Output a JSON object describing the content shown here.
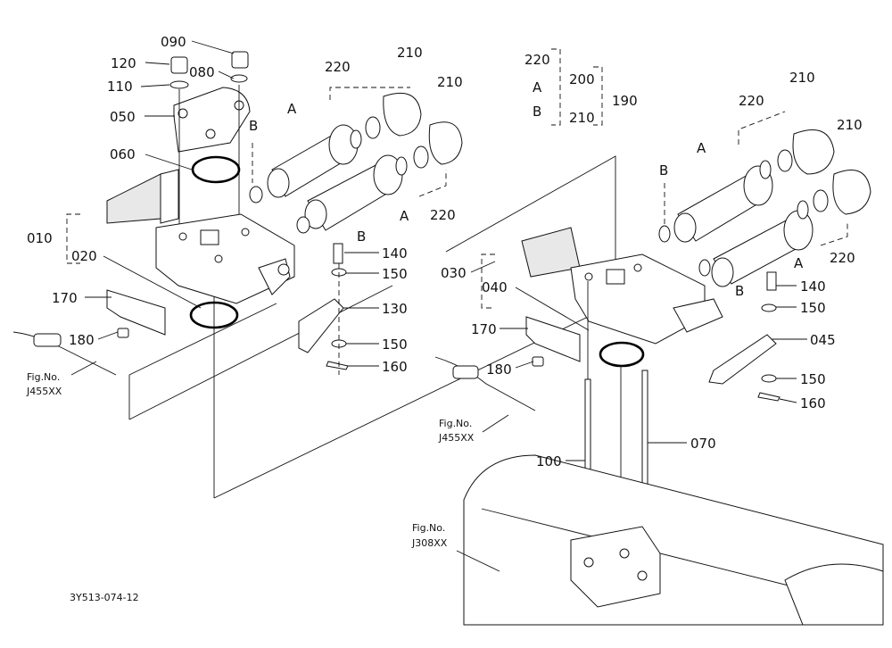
{
  "labels": {
    "p090": "090",
    "p120": "120",
    "p080": "080",
    "p110": "110",
    "p050": "050",
    "p060": "060",
    "p010": "010",
    "p020": "020",
    "p170a": "170",
    "p180a": "180",
    "p220a": "220",
    "p210a1": "210",
    "p210a2": "210",
    "p220a2": "220",
    "pAa1": "A",
    "pAa2": "A",
    "pBa1": "B",
    "pBa2": "B",
    "p140a": "140",
    "p150a1": "150",
    "p130": "130",
    "p150a2": "150",
    "p160a": "160",
    "figA1": "Fig.No.",
    "figA2": "J455XX",
    "g220": "220",
    "gA": "A",
    "gB": "B",
    "g200": "200",
    "g210": "210",
    "g190": "190",
    "p220b": "220",
    "p210b1": "210",
    "p210b2": "210",
    "p220b2": "220",
    "pAb1": "A",
    "pAb2": "A",
    "pBb1": "B",
    "pBb2": "B",
    "p030": "030",
    "p040": "040",
    "p170b": "170",
    "p180b": "180",
    "p140b": "140",
    "p150b1": "150",
    "p045": "045",
    "p150b2": "150",
    "p160b": "160",
    "figB1": "Fig.No.",
    "figB2": "J455XX",
    "p100": "100",
    "p070": "070",
    "figC1": "Fig.No.",
    "figC2": "J308XX",
    "code": "3Y513-074-12"
  }
}
